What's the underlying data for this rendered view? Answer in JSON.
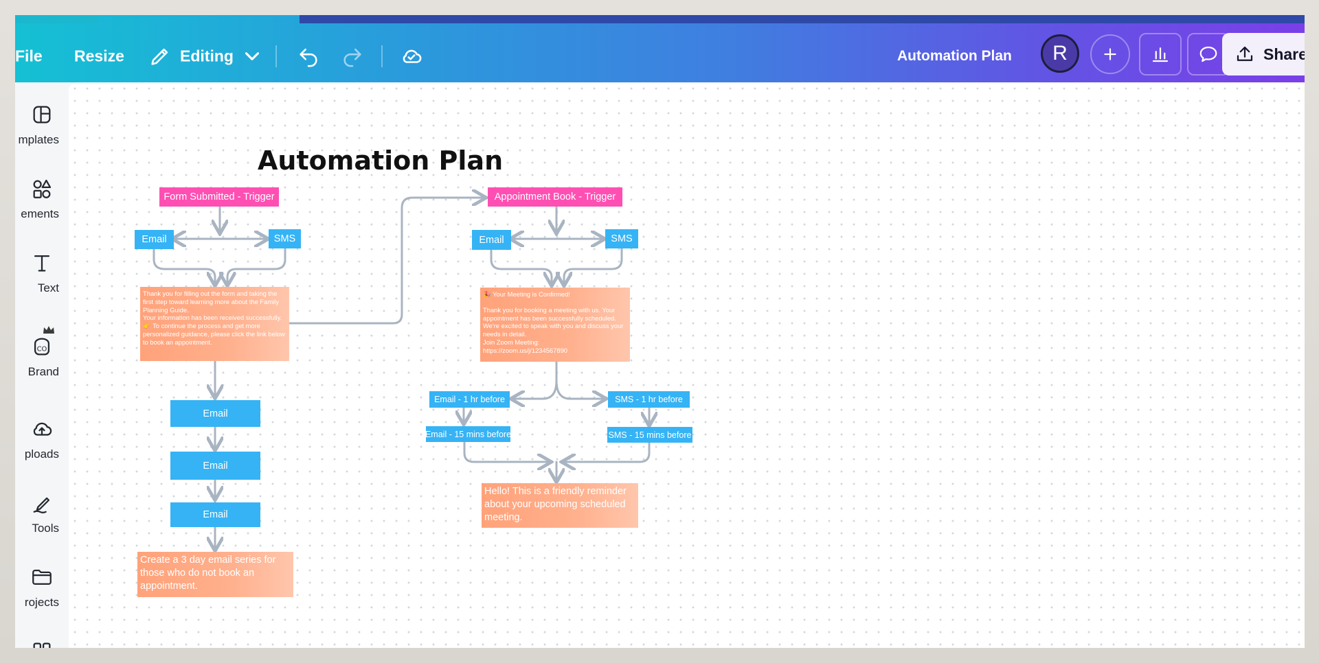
{
  "toolbar": {
    "file_label": "File",
    "resize_label": "Resize",
    "editing_label": "Editing",
    "doc_title": "Automation Plan",
    "avatar_initial": "R",
    "share_label": "Share"
  },
  "sidebar": {
    "items": [
      {
        "label": "mplates",
        "icon": "templates-icon"
      },
      {
        "label": "ements",
        "icon": "elements-icon"
      },
      {
        "label": "Text",
        "icon": "text-icon"
      },
      {
        "label": "Brand",
        "icon": "brand-icon"
      },
      {
        "label": "ploads",
        "icon": "uploads-icon"
      },
      {
        "label": "Tools",
        "icon": "tools-icon"
      },
      {
        "label": "rojects",
        "icon": "projects-icon"
      },
      {
        "label": "",
        "icon": "apps-icon"
      }
    ]
  },
  "canvas": {
    "title": "Automation Plan",
    "flow1": {
      "trigger": "Form Submitted - Trigger",
      "email": "Email",
      "sms": "SMS",
      "message": [
        "Thank you for filling out the form and taking the first step toward learning more about the Family Planning Guide.",
        "Your information has been received successfully.",
        "👉 To continue the process and get more personalized guidance, please click the link below to book an appointment."
      ],
      "series": [
        "Email",
        "Email",
        "Email"
      ],
      "note": "Create a 3 day email series for those who do not book an appointment."
    },
    "flow2": {
      "trigger": "Appointment Book - Trigger",
      "email": "Email",
      "sms": "SMS",
      "message": [
        "🎉 Your Meeting is Confirmed!",
        "",
        "Thank you for booking a meeting with us. Your appointment has been successfully scheduled. We're excited to speak with you and discuss your needs in detail.",
        "Join Zoom Meeting:",
        "https://zoom.us/j/1234567890"
      ],
      "email_1hr": "Email - 1 hr before",
      "sms_1hr": "SMS - 1 hr before",
      "email_15": "Email - 15 mins before",
      "sms_15": "SMS - 15 mins before",
      "reminder": "Hello! This is a friendly reminder about your upcoming scheduled meeting."
    }
  },
  "colors": {
    "trigger": "#ff4fb3",
    "action": "#35b3f5",
    "message": "#ffa27a",
    "connector": "#a9b4c2"
  }
}
